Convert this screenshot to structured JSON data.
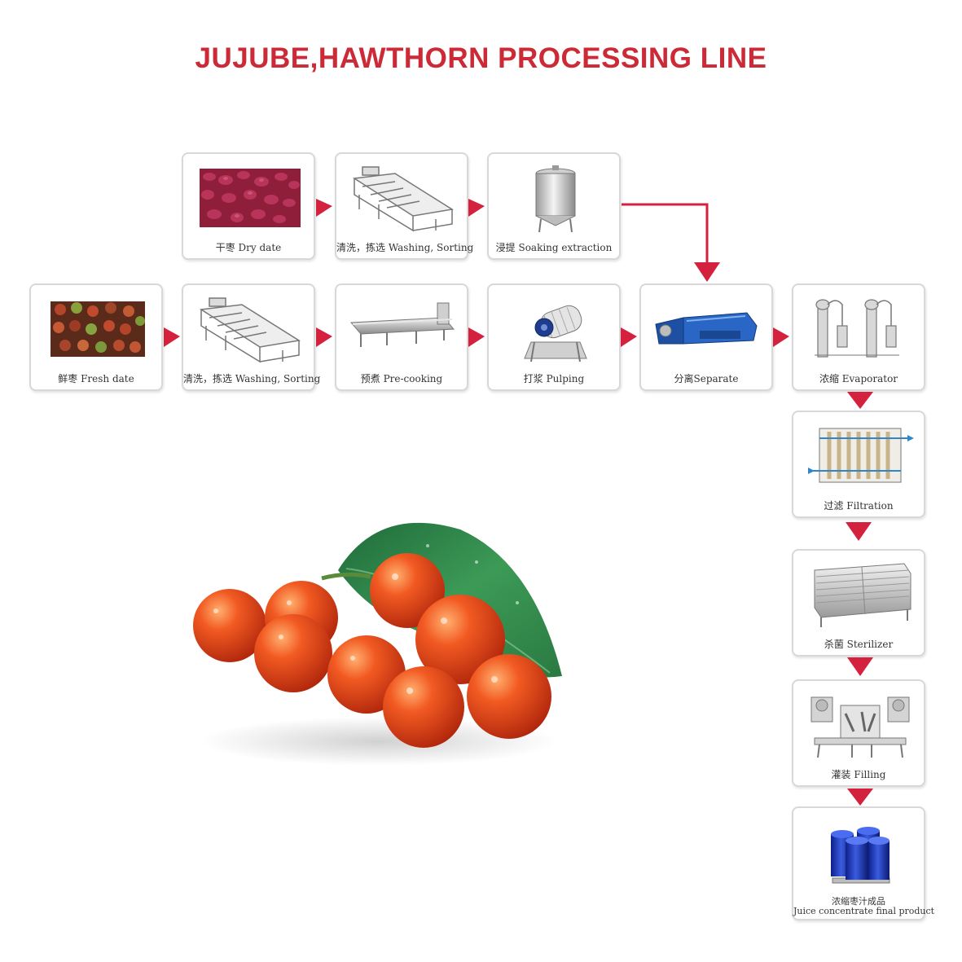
{
  "title": "JUJUBE,HAWTHORN PROCESSING LINE",
  "colors": {
    "title": "#cc2a36",
    "arrow": "#d4213d",
    "border": "#d8d8d8"
  },
  "steps": {
    "dry_date": "干枣 Dry date",
    "wash_sort_top": "清洗，拣选 Washing, Sorting",
    "soaking": "浸提 Soaking extraction",
    "fresh_date": "鲜枣 Fresh date",
    "wash_sort_bottom": "清洗，拣选 Washing, Sorting",
    "precooking": "预煮 Pre-cooking",
    "pulping": "打浆 Pulping",
    "separate": "分离Separate",
    "evaporator": "浓缩 Evaporator",
    "filtration": "过滤 Filtration",
    "sterilizer": "杀菌 Sterilizer",
    "filling": "灌装 Filling",
    "final_cn": "浓缩枣汁成品",
    "final_en": "Juice concentrate final product"
  },
  "icons": {
    "dry_date": "dried-jujube-photo",
    "washer": "washing-sorting-machine-icon",
    "tank": "soaking-tank-icon",
    "fresh_date": "fresh-jujube-photo",
    "precooker": "precooker-icon",
    "pulper": "pulping-machine-icon",
    "centrifuge": "decanter-centrifuge-icon",
    "evaporator": "evaporator-icon",
    "filter": "filtration-icon",
    "sterilizer": "sterilizer-icon",
    "filler": "filling-machine-icon",
    "drums": "drums-icon",
    "fruit": "jujube-fruit-with-leaf-photo"
  }
}
